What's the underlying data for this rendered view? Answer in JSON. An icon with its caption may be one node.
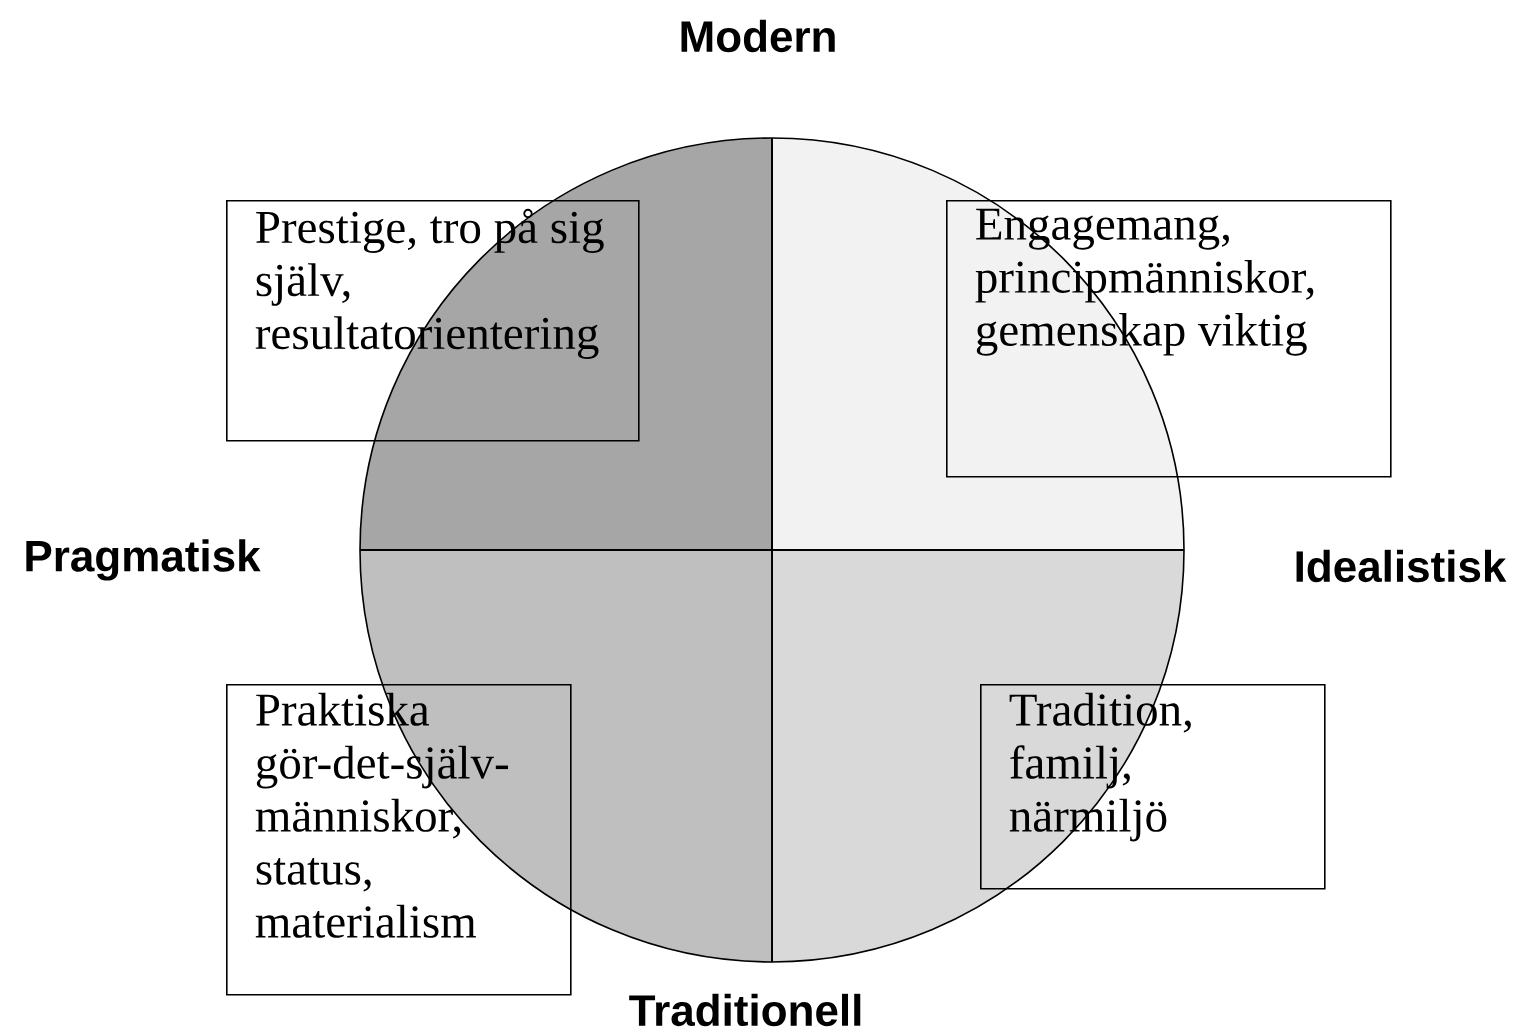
{
  "diagram": {
    "nodes": [
      {
        "text": [
          "Prestige, tro på sig själv, resultatorientering"
        ]
      },
      {
        "text": [
          "Engagemang, principmänniskor, gemenskap viktig"
        ]
      },
      {
        "text": [
          "Praktiska gör-det-själv-människor, status, materialism"
        ]
      },
      {
        "text": [
          "Tradition, familj, närmiljö"
        ]
      }
    ],
    "labels": [
      "Modern",
      "Pragmatisk",
      "Idealistisk",
      "Traditionell"
    ]
  }
}
